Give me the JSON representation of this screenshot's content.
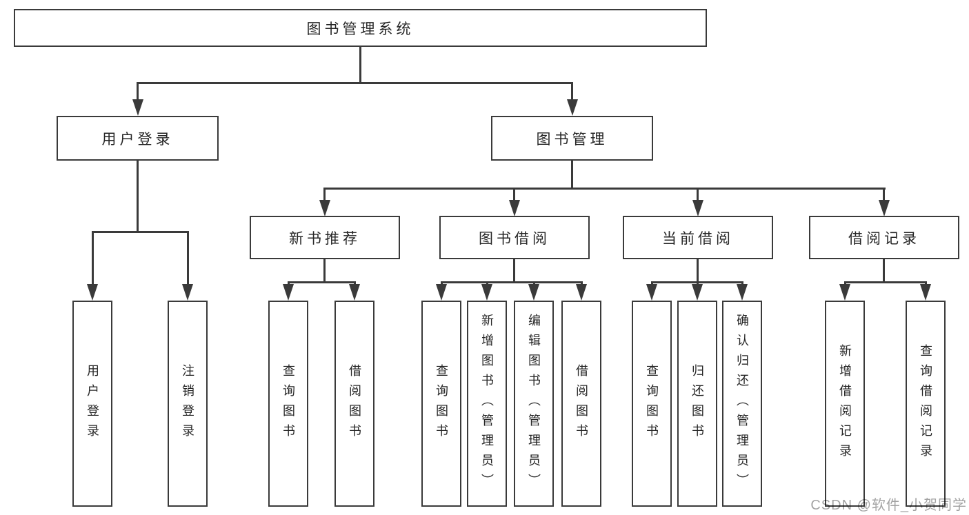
{
  "diagram": {
    "title": "图书管理系统",
    "level2": {
      "user_login": "用户登录",
      "book_mgmt": "图书管理"
    },
    "level3": {
      "new_book": "新书推荐",
      "book_borrow": "图书借阅",
      "current_borrow": "当前借阅",
      "borrow_record": "借阅记录"
    },
    "leaves": {
      "user_login": [
        "用户登录",
        "注销登录"
      ],
      "new_book": [
        "查询图书",
        "借阅图书"
      ],
      "book_borrow": [
        "查询图书",
        "新增图书（管理员）",
        "编辑图书（管理员）",
        "借阅图书"
      ],
      "current_borrow": [
        "查询图书",
        "归还图书",
        "确认归还（管理员）"
      ],
      "borrow_record": [
        "新增借阅记录",
        "查询借阅记录"
      ]
    }
  },
  "watermark": {
    "text": "CSDN @软件_小贺同学"
  },
  "colors": {
    "line": "#3a3a3a",
    "text": "#262626",
    "background": "#ffffff",
    "watermark": "#a3a3a3"
  }
}
